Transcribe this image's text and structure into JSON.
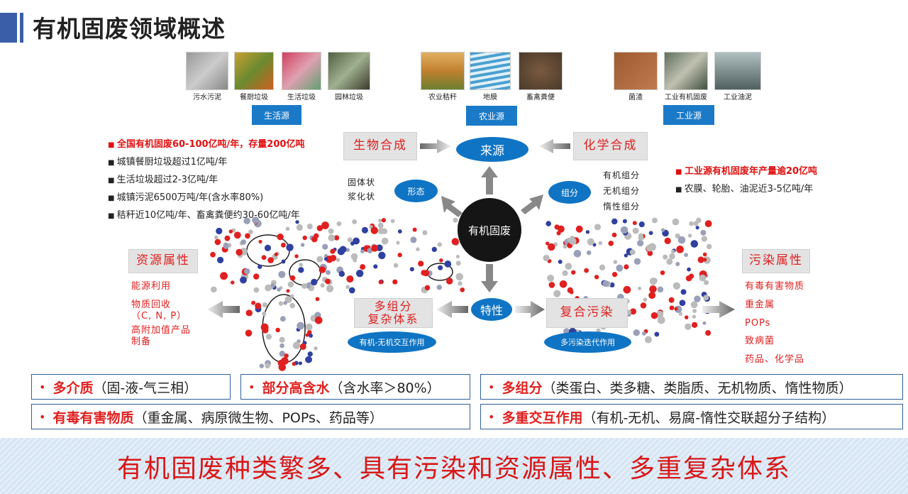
{
  "title": "有机固废领域概述",
  "sources": [
    {
      "label": "生活源",
      "images": [
        "污水污泥",
        "餐厨垃圾",
        "生活垃圾",
        "园林垃圾"
      ]
    },
    {
      "label": "农业源",
      "images": [
        "农业秸秆",
        "地膜",
        "畜禽粪便"
      ]
    },
    {
      "label": "工业源",
      "images": [
        "菌渣",
        "工业有机固废",
        "工业油泥"
      ]
    }
  ],
  "diagram": {
    "center": "有机固废",
    "source": "来源",
    "bio": "生物合成",
    "chem": "化学合成",
    "form": "形态",
    "form_items": [
      "固体状",
      "浆化状"
    ],
    "component": "组分",
    "component_items": [
      "有机组分",
      "无机组分",
      "惰性组分"
    ],
    "property": "特性",
    "complex": "多组分\n复杂体系",
    "complex_sub": "有机-无机交互作用",
    "pollution": "复合污染",
    "pollution_sub": "多污染迭代作用",
    "resource_attr": "资源属性",
    "resource_items": [
      "能源利用",
      "物质回收\n（C, N, P）",
      "高附加值产品\n制备"
    ],
    "pollution_attr": "污染属性",
    "pollution_items": [
      "有毒有害物质",
      "重金属",
      "POPs",
      "致病菌",
      "药品、化学品"
    ]
  },
  "left_stats": [
    "全国有机固废60-100亿吨/年，存量200亿吨",
    "城镇餐厨垃圾超过1亿吨/年",
    "生活垃圾超过2-3亿吨/年",
    "城镇污泥6500万吨/年(含水率80%)",
    "秸秆近10亿吨/年、畜禽粪便约30-60亿吨/年"
  ],
  "right_stats": [
    "工业源有机固废年产量逾20亿吨",
    "农膜、轮胎、油泥近3-5亿吨/年"
  ],
  "properties": [
    {
      "key": "多介质",
      "detail": "（固-液-气三相）"
    },
    {
      "key": "部分高含水",
      "detail": "（含水率＞80%）"
    },
    {
      "key": "多组分",
      "detail": "（类蛋白、类多糖、类脂质、无机物质、惰性物质）"
    },
    {
      "key": "有毒有害物质",
      "detail": "（重金属、病原微生物、POPs、药品等）"
    },
    {
      "key": "多重交互作用",
      "detail": "（有机-无机、易腐-惰性交联超分子结构）"
    }
  ],
  "banner": "有机固废种类繁多、具有污染和资源属性、多重复杂体系",
  "colors": {
    "accent": "#0f74c4",
    "red": "#e02020",
    "title_bar": "#3a5fa8"
  }
}
